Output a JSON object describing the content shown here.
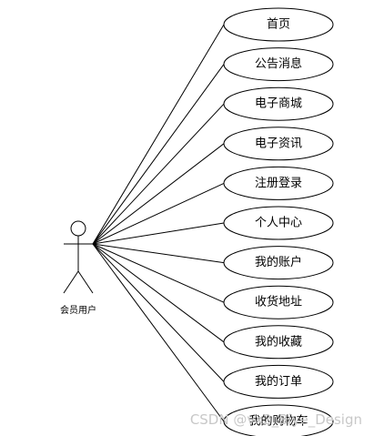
{
  "actor": {
    "label": "会员用户"
  },
  "use_cases": [
    {
      "label": "首页"
    },
    {
      "label": "公告消息"
    },
    {
      "label": "电子商城"
    },
    {
      "label": "电子资讯"
    },
    {
      "label": "注册登录"
    },
    {
      "label": "个人中心"
    },
    {
      "label": "我的账户"
    },
    {
      "label": "收货地址"
    },
    {
      "label": "我的收藏"
    },
    {
      "label": "我的订单"
    },
    {
      "label": "我的购物车"
    }
  ],
  "watermark": "CSDN @vx2_Biye_Design"
}
